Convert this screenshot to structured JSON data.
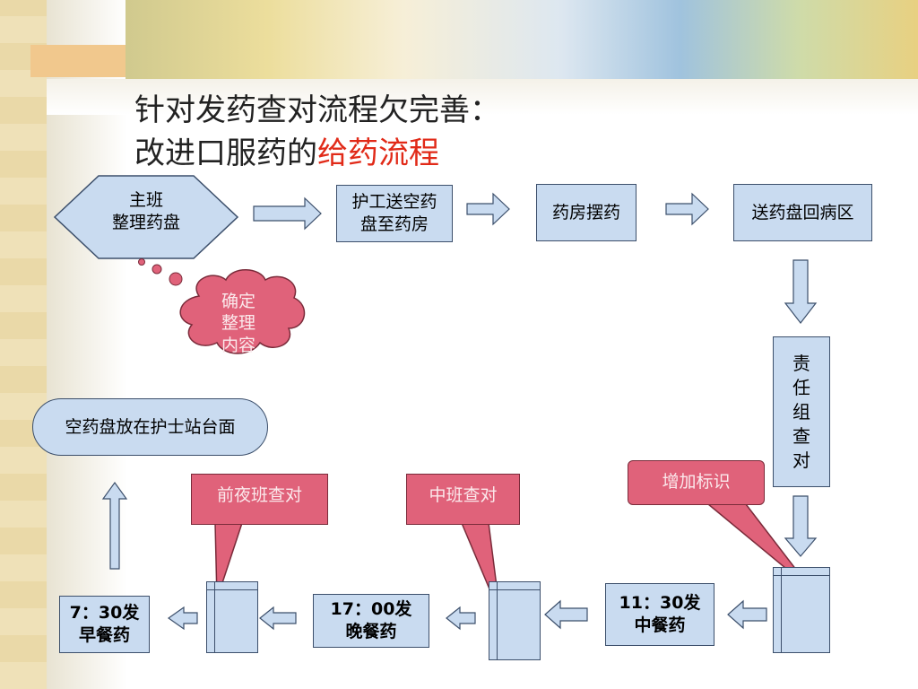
{
  "title": {
    "line1": "针对发药查对流程欠完善：",
    "line2_prefix": "改进口服药的",
    "line2_highlight": "给药流程"
  },
  "flow": {
    "main_shift": "主班\n整理药盘",
    "nurse_send": "护工送空药\n盘至药房",
    "pharmacy": "药房摆药",
    "return_ward": "送药盘回病区",
    "team_check": "责\n任\n组\n查\n对",
    "empty_tray": "空药盘放在护士站台面",
    "noon_meds": "11：30发\n中餐药",
    "evening_meds": "17：00发\n晚餐药",
    "morning_meds": "7：30发\n早餐药"
  },
  "callouts": {
    "confirm": "确定\n整理\n内容",
    "add_label": "增加标识",
    "middle_shift": "中班查对",
    "night_shift": "前夜班查对"
  },
  "colors": {
    "box_fill": "#c9dbf0",
    "callout_fill": "#e0627a",
    "title_highlight": "#e12a18"
  }
}
